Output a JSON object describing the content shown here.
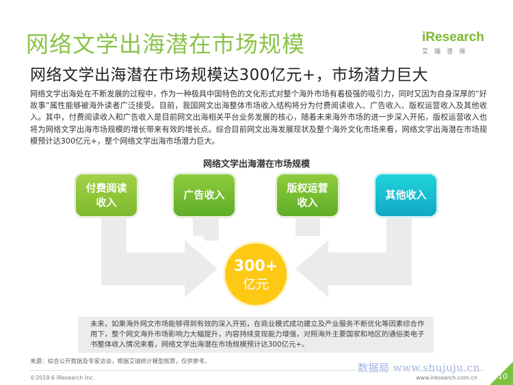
{
  "header": {
    "title": "网络文学出海潜在市场规模",
    "logo_text": "iResearch",
    "logo_sub": "艾瑞咨询"
  },
  "subtitle": "网络文学出海潜在市场规模达300亿元+，市场潜力巨大",
  "intro": "网络文学出海处在不断发展的过程中，作为一种极具中国特色的文化形式对整个海外市场有着极强的吸引力，同时又因为自身深厚的“好故事”属性能够被海外读者广泛接受。目前，我国网文出海整体市场收入结构将分为付费阅读收入、广告收入、版权运营收入及其他收入。其中，付费阅读收入和广告收入是目前网文出海相关平台业务发展的核心，随着未来海外市场的进一步深入开拓，版权运营收入也将为网络文学出海市场规模的增长带来有效的增长点。综合目前网文出海发展现状及整个海外文化市场来看，网络文学出海潜在市场规模预计达300亿元+，整个网络文学出海市场潜力巨大。",
  "diagram": {
    "title": "网络文学出海潜在市场规模",
    "boxes": [
      {
        "label": "付费阅读\n收入"
      },
      {
        "label": "广告收入"
      },
      {
        "label": "版权运营\n收入"
      },
      {
        "label": "其他收入"
      }
    ],
    "total_value": "300+",
    "total_unit": "亿元"
  },
  "note": "未来，如果海外网文市场能够得到有效的深入开拓，在商业模式成功建立及产业服务不断优化等因素综合作用下，整个网文海外市场影响力大幅提升，内容持续变现能力增强，对照海外主要国家和地区的通俗类电子书整体收入情况来看，网络文学出海潜在市场规模预计达300亿元+。",
  "footer": {
    "source": "来源：综合公开数据及专家访谈，根据艾瑞统计模型核算，仅供参考。",
    "copyright": "©2019.6 iResearch Inc.",
    "site": "www.iresearch.com.cn",
    "watermark": "数据局 www.shujuju.cn",
    "page": "10"
  },
  "colors": {
    "title_green": "#8bc34a",
    "box_green": "#7fb92c",
    "box_cyan": "#12a7c5",
    "circle_yellow": "#fdc914",
    "arrow_gray": "#ebebeb"
  }
}
